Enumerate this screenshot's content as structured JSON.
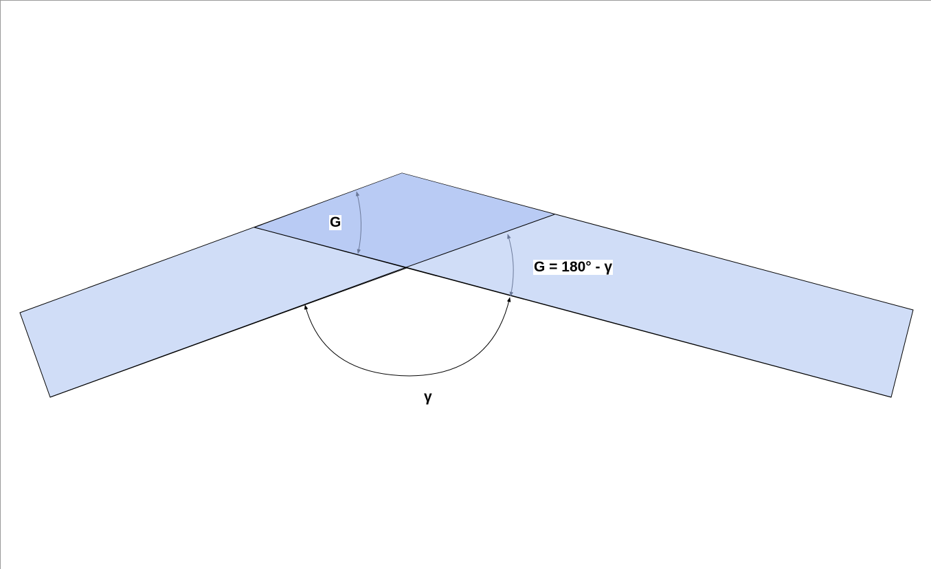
{
  "labels": {
    "inner_angle": "G",
    "formula": "G = 180° - γ",
    "outer_angle": "γ"
  },
  "colors": {
    "band_fill": "#d0ddf7",
    "overlap_fill": "#b9cbf4",
    "outline": "#000000",
    "angle_arrow": "#6a7898",
    "gamma_arrow": "#000000"
  }
}
